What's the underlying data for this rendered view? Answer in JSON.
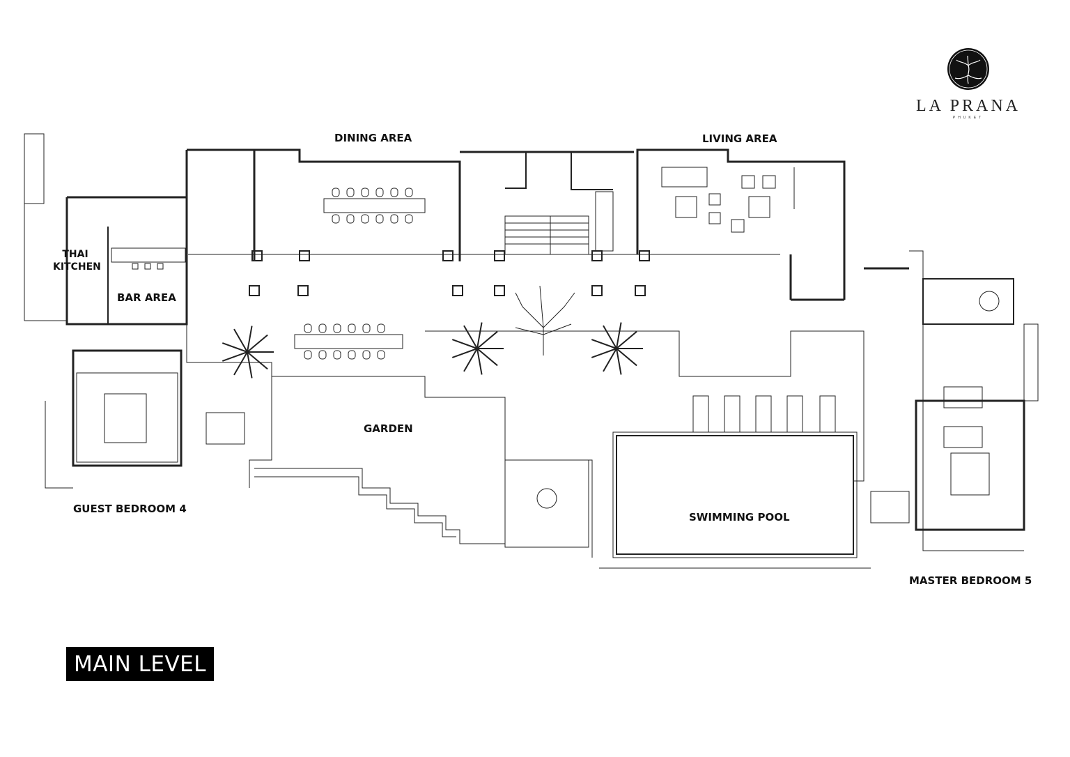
{
  "brand": {
    "name": "LA PRANA",
    "subtitle": "PHUKET",
    "logo_icon": "tree-in-circle"
  },
  "title": "MAIN LEVEL",
  "rooms": {
    "dining": "DINING AREA",
    "living": "LIVING AREA",
    "thai_kitchen_line1": "THAI",
    "thai_kitchen_line2": "KITCHEN",
    "bar": "BAR AREA",
    "garden": "GARDEN",
    "pool": "SWIMMING POOL",
    "guest_bedroom": "GUEST BEDROOM 4",
    "master_bedroom": "MASTER BEDROOM 5"
  },
  "colors": {
    "line": "#222222",
    "background": "#ffffff",
    "title_bg": "#000000"
  }
}
